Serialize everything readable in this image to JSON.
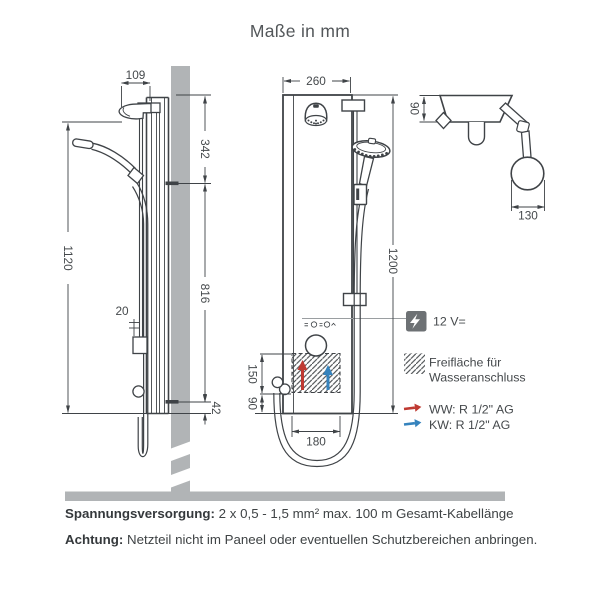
{
  "title": "Maße in mm",
  "views": {
    "side": {
      "dims": {
        "head_offset": "109",
        "top_to_mount": "342",
        "height": "1120",
        "knob_depth": "20",
        "mount_span": "816",
        "bottom_to_mount": "42"
      }
    },
    "front": {
      "dims": {
        "width": "260",
        "height": "1200",
        "free_area_height": "150",
        "free_area_bottom": "90",
        "free_area_width": "180"
      }
    },
    "top": {
      "dims": {
        "depth": "90",
        "hand_shower_diameter": "130"
      }
    }
  },
  "legend": {
    "voltage": "12 V=",
    "free_area_line1": "Freifläche für",
    "free_area_line2": "Wasseranschluss",
    "warm_water": "WW: R 1/2\" AG",
    "cold_water": "KW: R 1/2\" AG"
  },
  "notes": {
    "power_label": "Spannungsversorgung:",
    "power_text": "2 x 0,5 - 1,5 mm²  max. 100 m Gesamt-Kabellänge",
    "warning_label": "Achtung:",
    "warning_text": "Netzteil nicht im Paneel oder eventuellen Schutzbereichen anbringen."
  },
  "colors": {
    "line": "#3f4347",
    "wall_gray": "#b1b4b6",
    "warm_red": "#bf3a32",
    "cold_blue": "#3583bd",
    "icon_gray": "#6d7174",
    "text": "#4b4f52"
  }
}
